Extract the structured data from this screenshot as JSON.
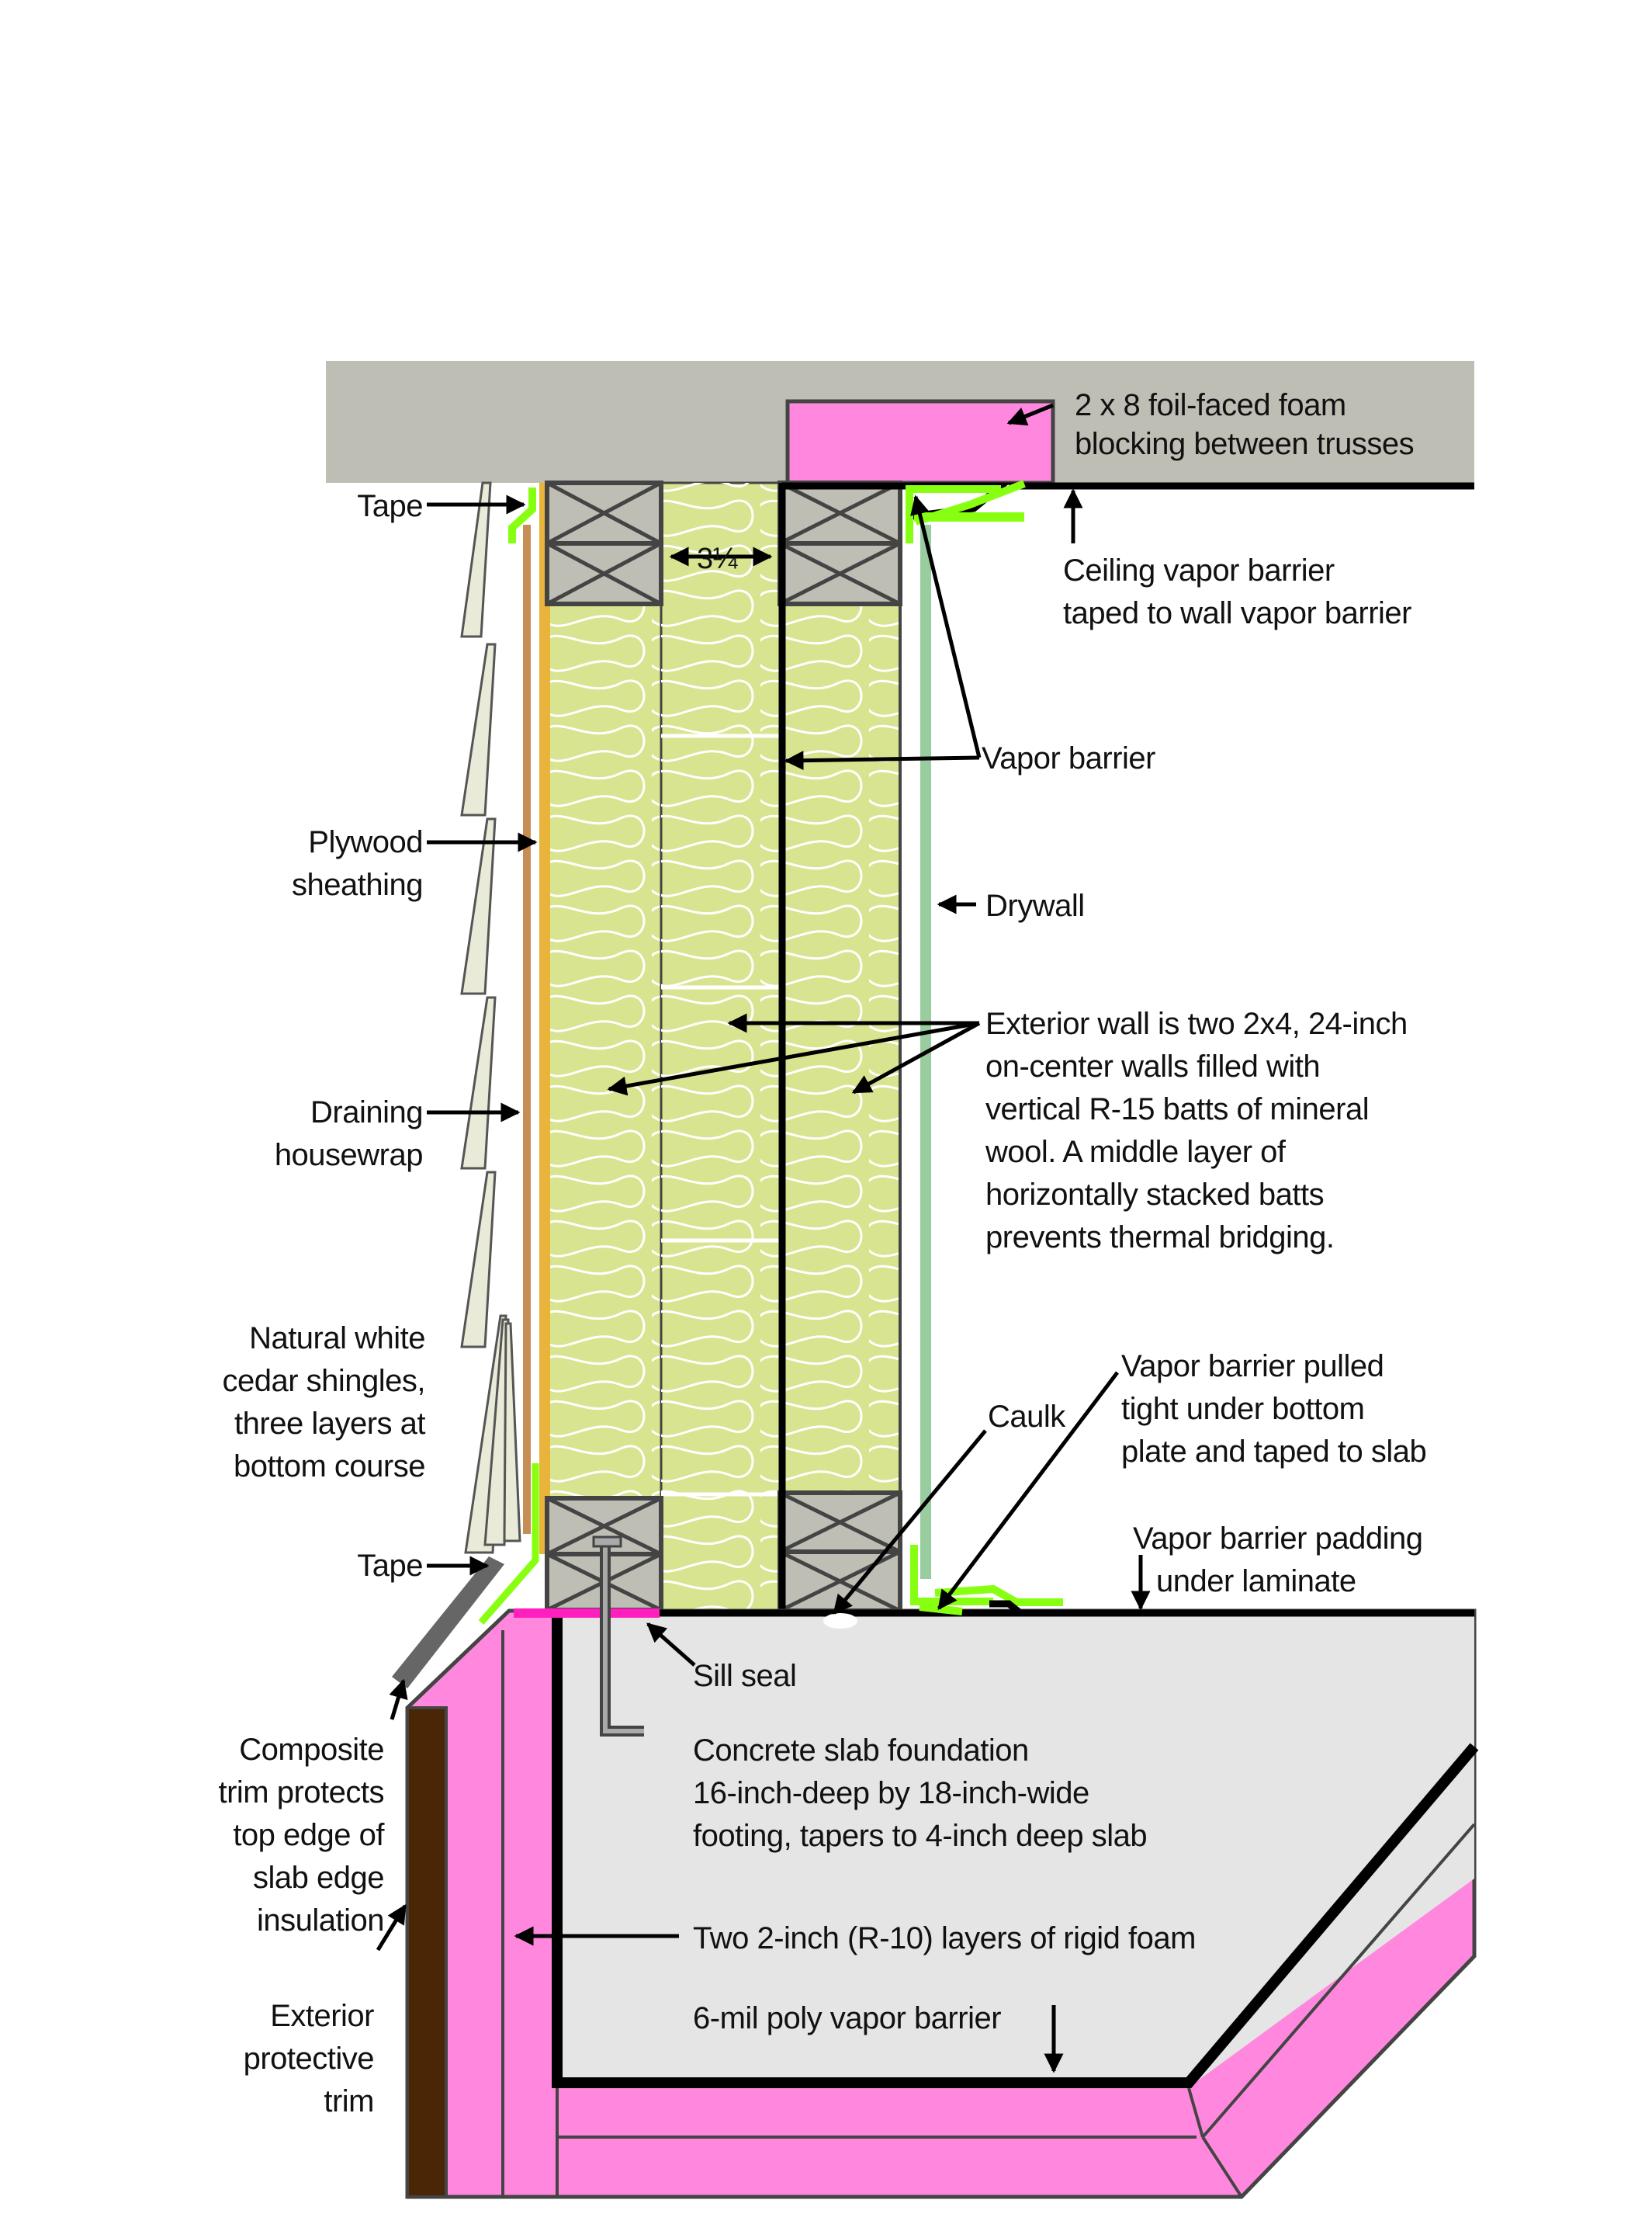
{
  "colors": {
    "ceiling": "#bfbeb5",
    "foam": "#ff88de",
    "sill_seal": "#ff1ebe",
    "batt": "#d9e490",
    "stud": "#bfbeb5",
    "stud_line": "#444444",
    "plywood": "#e9b43a",
    "housewrap": "#c68d55",
    "drywall": "#99cc9e",
    "tape": "#88ff11",
    "shingle": "#e9ead8",
    "slab": "#e5e5e5",
    "trim_brown": "#4a2606",
    "composite_trim": "#666666",
    "vapor": "#000000"
  },
  "dimension": {
    "label": "3¼"
  },
  "labels": {
    "foam_blocking": [
      "2 x 8 foil-faced foam",
      "blocking between trusses"
    ],
    "ceiling_vapor": [
      "Ceiling vapor barrier",
      "taped to wall vapor barrier"
    ],
    "tape_top": "Tape",
    "vapor_barrier": "Vapor barrier",
    "plywood": [
      "Plywood",
      "sheathing"
    ],
    "drywall": "Drywall",
    "exterior_wall": [
      "Exterior wall is two 2x4, 24-inch",
      "on-center walls filled with",
      "vertical R-15 batts of mineral",
      "wool. A middle layer of",
      "horizontally stacked batts",
      "prevents thermal bridging."
    ],
    "housewrap": [
      "Draining",
      "housewrap"
    ],
    "shingles": [
      "Natural white",
      "cedar shingles,",
      "three layers at",
      "bottom course"
    ],
    "caulk": "Caulk",
    "vapor_pulled": [
      "Vapor barrier pulled",
      "tight under bottom",
      "plate and taped to slab"
    ],
    "tape_bottom": "Tape",
    "padding": [
      "Vapor barrier padding",
      "under laminate"
    ],
    "sill_seal": "Sill seal",
    "slab": [
      "Concrete slab foundation",
      "16-inch-deep by 18-inch-wide",
      "footing, tapers to 4-inch deep slab"
    ],
    "composite_trim": [
      "Composite",
      "trim protects",
      "top edge of",
      "slab edge",
      "insulation"
    ],
    "rigid_foam": "Two 2-inch (R-10) layers of rigid foam",
    "exterior_trim": [
      "Exterior",
      "protective",
      "trim"
    ],
    "poly": "6-mil poly vapor barrier"
  }
}
